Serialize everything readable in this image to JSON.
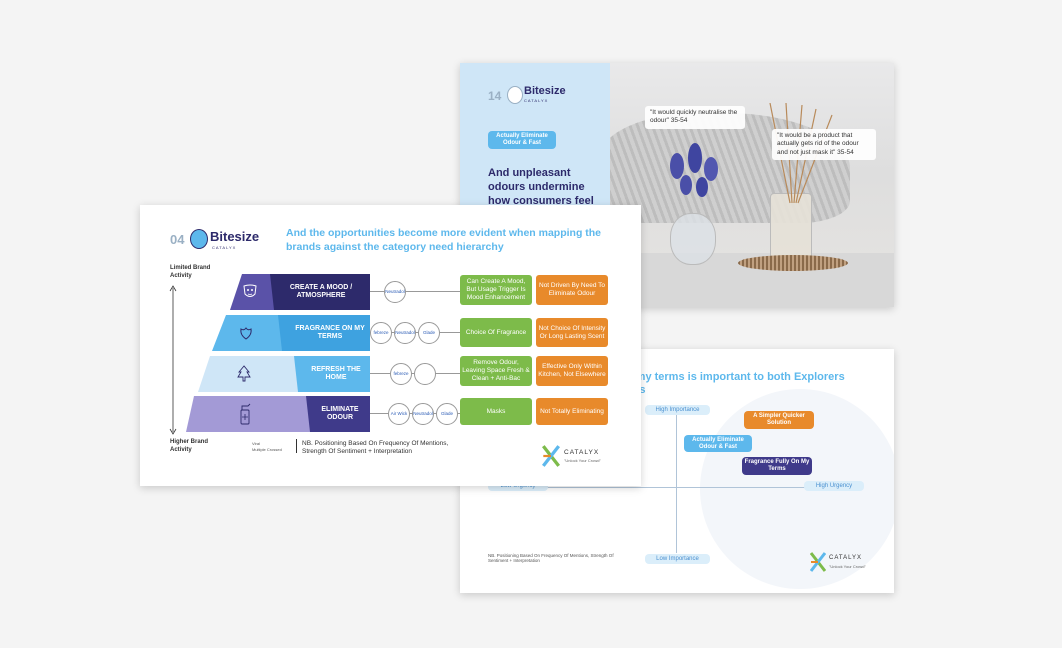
{
  "slide_back_top": {
    "number": "14",
    "brand": "Bitesize",
    "brand_sub": "CATALYX",
    "tag": "Actually Eliminate Odour & Fast",
    "headline": "And unpleasant odours undermine how consumers feel about their home",
    "quote1": "\"It would quickly neutralise the odour\" 35-54",
    "quote2": "\"It would be a product that actually gets rid of the odour and not just mask it\" 35-54"
  },
  "slide_back_bottom": {
    "title": "...on my terms is important to both Explorers ...rians",
    "high_importance": "High Importance",
    "low_importance": "Low Importance",
    "high_urgency": "High Urgency",
    "low_urgency": "Low Urgency",
    "pill_orange": "A Simpler Quicker Solution",
    "pill_blue": "Actually Eliminate Odour & Fast",
    "pill_purple": "Fragrance Fully On My Terms",
    "footnote": "NB. Positioning Based On Frequency Of Mentions, Strength Of Sentiment + Interpretation",
    "logo": "CATALYX",
    "logo_tag": "\"Unlock Your Crowd\""
  },
  "slide_front": {
    "number": "04",
    "brand": "Bitesize",
    "brand_sub": "CATALYX",
    "title": "And the opportunities become more evident when mapping the brands against the category need hierarchy",
    "limited": "Limited Brand Activity",
    "higher": "Higher Brand Activity",
    "tiers": [
      {
        "label": "CREATE A MOOD / ATMOSPHERE",
        "green": "Can Create A Mood, But Usage Trigger Is Mood Enhancement",
        "orange": "Not Driven By Need To Eliminate Odour"
      },
      {
        "label": "FRAGRANCE ON MY TERMS",
        "green": "Choice Of Fragrance",
        "orange": "Not Choice Of Intensity Or Long Lasting Scent"
      },
      {
        "label": "REFRESH THE HOME",
        "green": "Remove Odour, Leaving Space Fresh & Clean + Anti-Bac",
        "orange": "Effective Only Within Kitchen, Not Elsewhere"
      },
      {
        "label": "ELIMINATE ODOUR",
        "green": "Masks",
        "orange": "Not Totally Eliminating"
      }
    ],
    "brands": {
      "a": "Neutradol",
      "b": "febreze",
      "c": "Glade",
      "d": "Air Wick"
    },
    "legend1": "Viral",
    "legend2": "Multiple Crossed",
    "footnote": "NB. Positioning Based On Frequency Of Mentions, Strength Of Sentiment + Interpretation",
    "logo": "CATALYX",
    "logo_tag": "\"Unlock Your Crowd\""
  },
  "colors": {
    "purple_dark": "#2d2a6b",
    "purple": "#5a52a8",
    "blue": "#5db8ec",
    "light_blue": "#cfe6f7",
    "green": "#7dbb4a",
    "orange": "#e88a2b"
  }
}
